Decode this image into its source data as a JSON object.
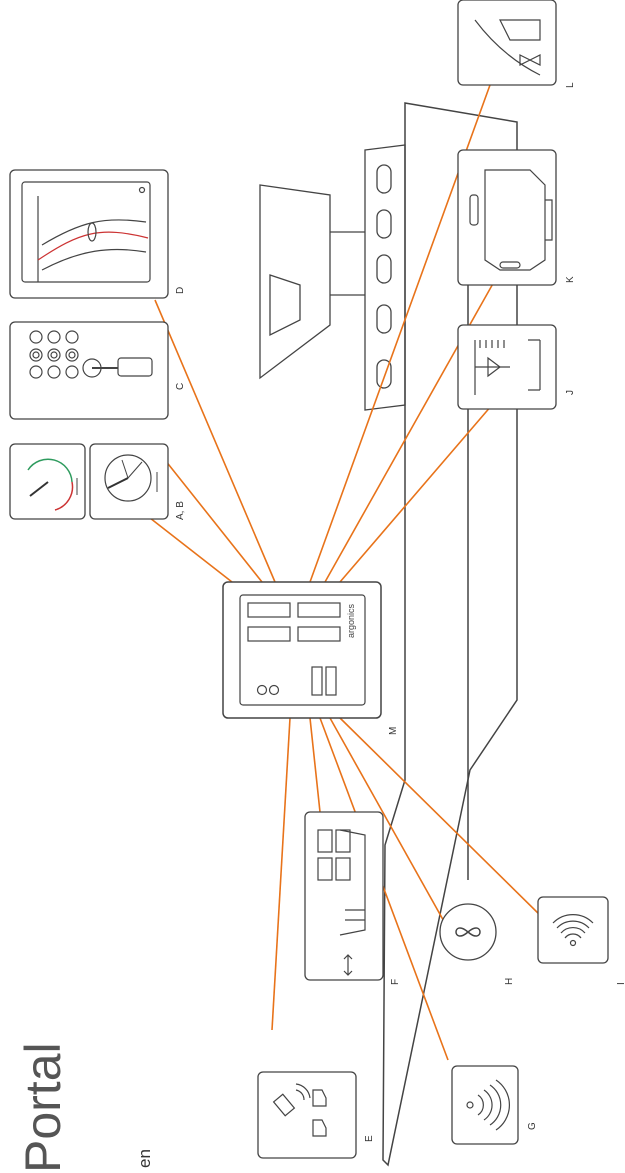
{
  "title": "Portal",
  "subtitle": "en",
  "controller": {
    "brand": "argonics",
    "letter": "M"
  },
  "components": [
    {
      "id": "A_B",
      "label": "A, B",
      "icon": "gauges-icon"
    },
    {
      "id": "C",
      "label": "C",
      "icon": "control-lever-icon"
    },
    {
      "id": "D",
      "label": "D",
      "icon": "chart-plotter-icon"
    },
    {
      "id": "E",
      "label": "E",
      "icon": "satellite-gps-icon"
    },
    {
      "id": "F",
      "label": "F",
      "icon": "display-unit-icon"
    },
    {
      "id": "G",
      "label": "G",
      "icon": "sonar-icon"
    },
    {
      "id": "H",
      "label": "H",
      "icon": "propeller-icon"
    },
    {
      "id": "I",
      "label": "I",
      "icon": "wireless-sensor-icon"
    },
    {
      "id": "J",
      "label": "J",
      "icon": "rudder-icon"
    },
    {
      "id": "K",
      "label": "K",
      "icon": "engine-icon"
    },
    {
      "id": "L",
      "label": "L",
      "icon": "bow-thruster-icon"
    }
  ],
  "colors": {
    "connection": "#e8731a",
    "outline": "#444444",
    "background": "#ffffff"
  }
}
